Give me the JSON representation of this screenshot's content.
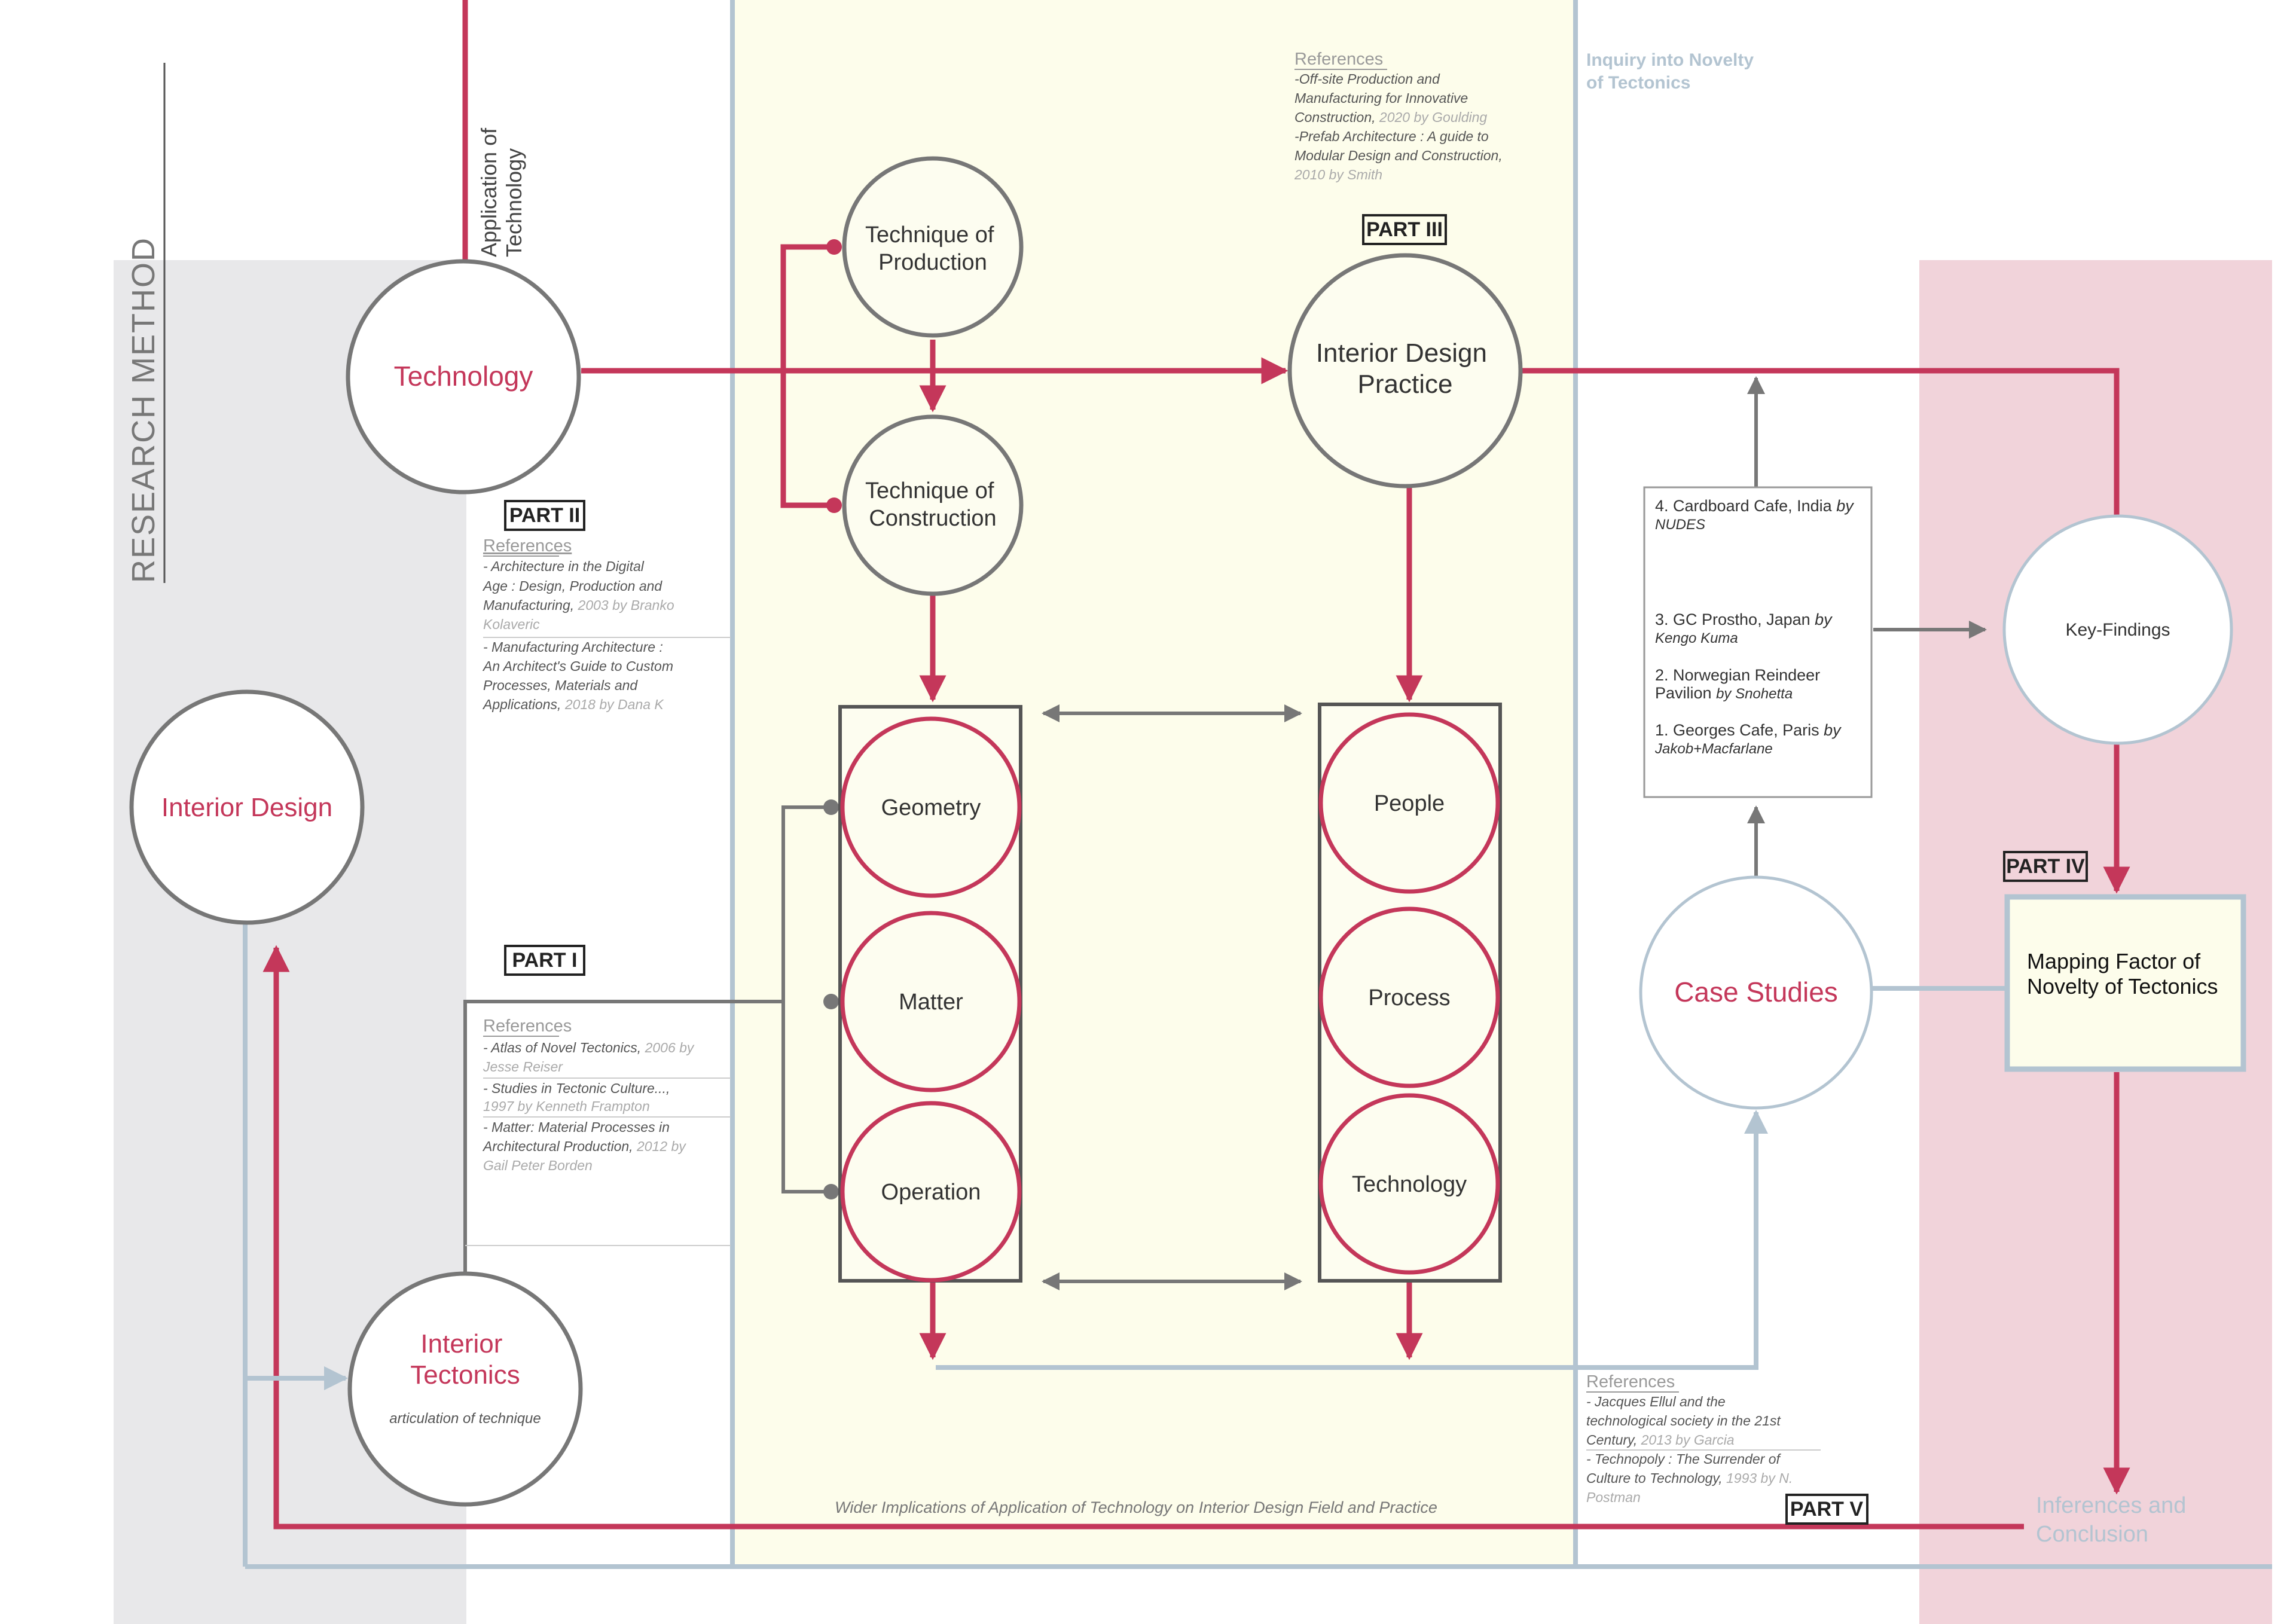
{
  "colors": {
    "crimson": "#c4375a",
    "grey": "#777777",
    "dark": "#555555",
    "blue": "#b3c4d1",
    "yellow_bg": "#fdfdeb",
    "grey_bg": "#e8e8ea",
    "pink_bg": "#f1d3da",
    "circle_fill": "#fdfdf0"
  },
  "research_method": "RESEARCH  METHOD",
  "application_of_technology": [
    "Application of",
    "Technology"
  ],
  "inquiry": [
    "Inquiry into Novelty",
    "of Tectonics"
  ],
  "wider_implications": "Wider Implications of Application of Technology on Interior Design Field and Practice",
  "inferences": [
    "Inferences and",
    "Conclusion"
  ],
  "nodes": {
    "technology": "Technology",
    "interior_design": "Interior Design",
    "interior_tectonics": [
      "Interior",
      "Tectonics"
    ],
    "articulation": "articulation of technique",
    "technique_production": [
      "Technique of",
      "Production"
    ],
    "technique_construction": [
      "Technique of",
      "Construction"
    ],
    "interior_design_practice": [
      "Interior Design",
      "Practice"
    ],
    "geometry": "Geometry",
    "matter": "Matter",
    "operation": "Operation",
    "people": "People",
    "process": "Process",
    "technology2": "Technology",
    "case_studies": "Case Studies",
    "key_findings": "Key-Findings",
    "mapping_factor": [
      "Mapping Factor of",
      "Novelty of Tectonics"
    ]
  },
  "parts": {
    "p1": "PART I",
    "p2": "PART II",
    "p3": "PART III",
    "p4": "PART IV",
    "p5": "PART V"
  },
  "references_label": "References",
  "refs_part2": [
    [
      "- Architecture in the Digital",
      "Age : Design, Production and",
      "Manufacturing, ",
      "2003 by Branko",
      "Kolaveric"
    ],
    [
      "- Manufacturing Architecture :",
      "An Architect's Guide to Custom",
      "Processes, Materials and",
      "Applications, ",
      "2018 by Dana K"
    ]
  ],
  "refs_part1": [
    [
      "- Atlas of Novel Tectonics, ",
      "2006 by",
      "Jesse Reiser"
    ],
    [
      "- Studies in Tectonic Culture...,",
      "1997 by Kenneth Frampton"
    ],
    [
      "- Matter: Material Processes in",
      "Architectural Production, ",
      "2012 by",
      "Gail Peter Borden"
    ]
  ],
  "refs_part3": [
    [
      "-Off-site Production and",
      "Manufacturing for Innovative",
      "Construction, ",
      "2020 by Goulding"
    ],
    [
      "-Prefab Architecture : A guide to",
      "Modular Design and Construction,",
      "2010 by Smith"
    ]
  ],
  "refs_part5": [
    [
      "- Jacques Ellul and the",
      "technological society in the 21st",
      "Century, ",
      "2013 by Garcia"
    ],
    [
      "- Technopoly : The Surrender of",
      "Culture to Technology, ",
      "1993 by N.",
      "Postman"
    ]
  ],
  "case_list": [
    [
      "4. Cardboard Cafe, India ",
      "by",
      "NUDES"
    ],
    [
      "3. GC Prostho, Japan ",
      "by",
      "Kengo Kuma"
    ],
    [
      "2. Norwegian Reindeer",
      "Pavilion ",
      "by Snohetta"
    ],
    [
      "1. Georges Cafe, Paris ",
      "by",
      "Jakob+Macfarlane"
    ]
  ]
}
